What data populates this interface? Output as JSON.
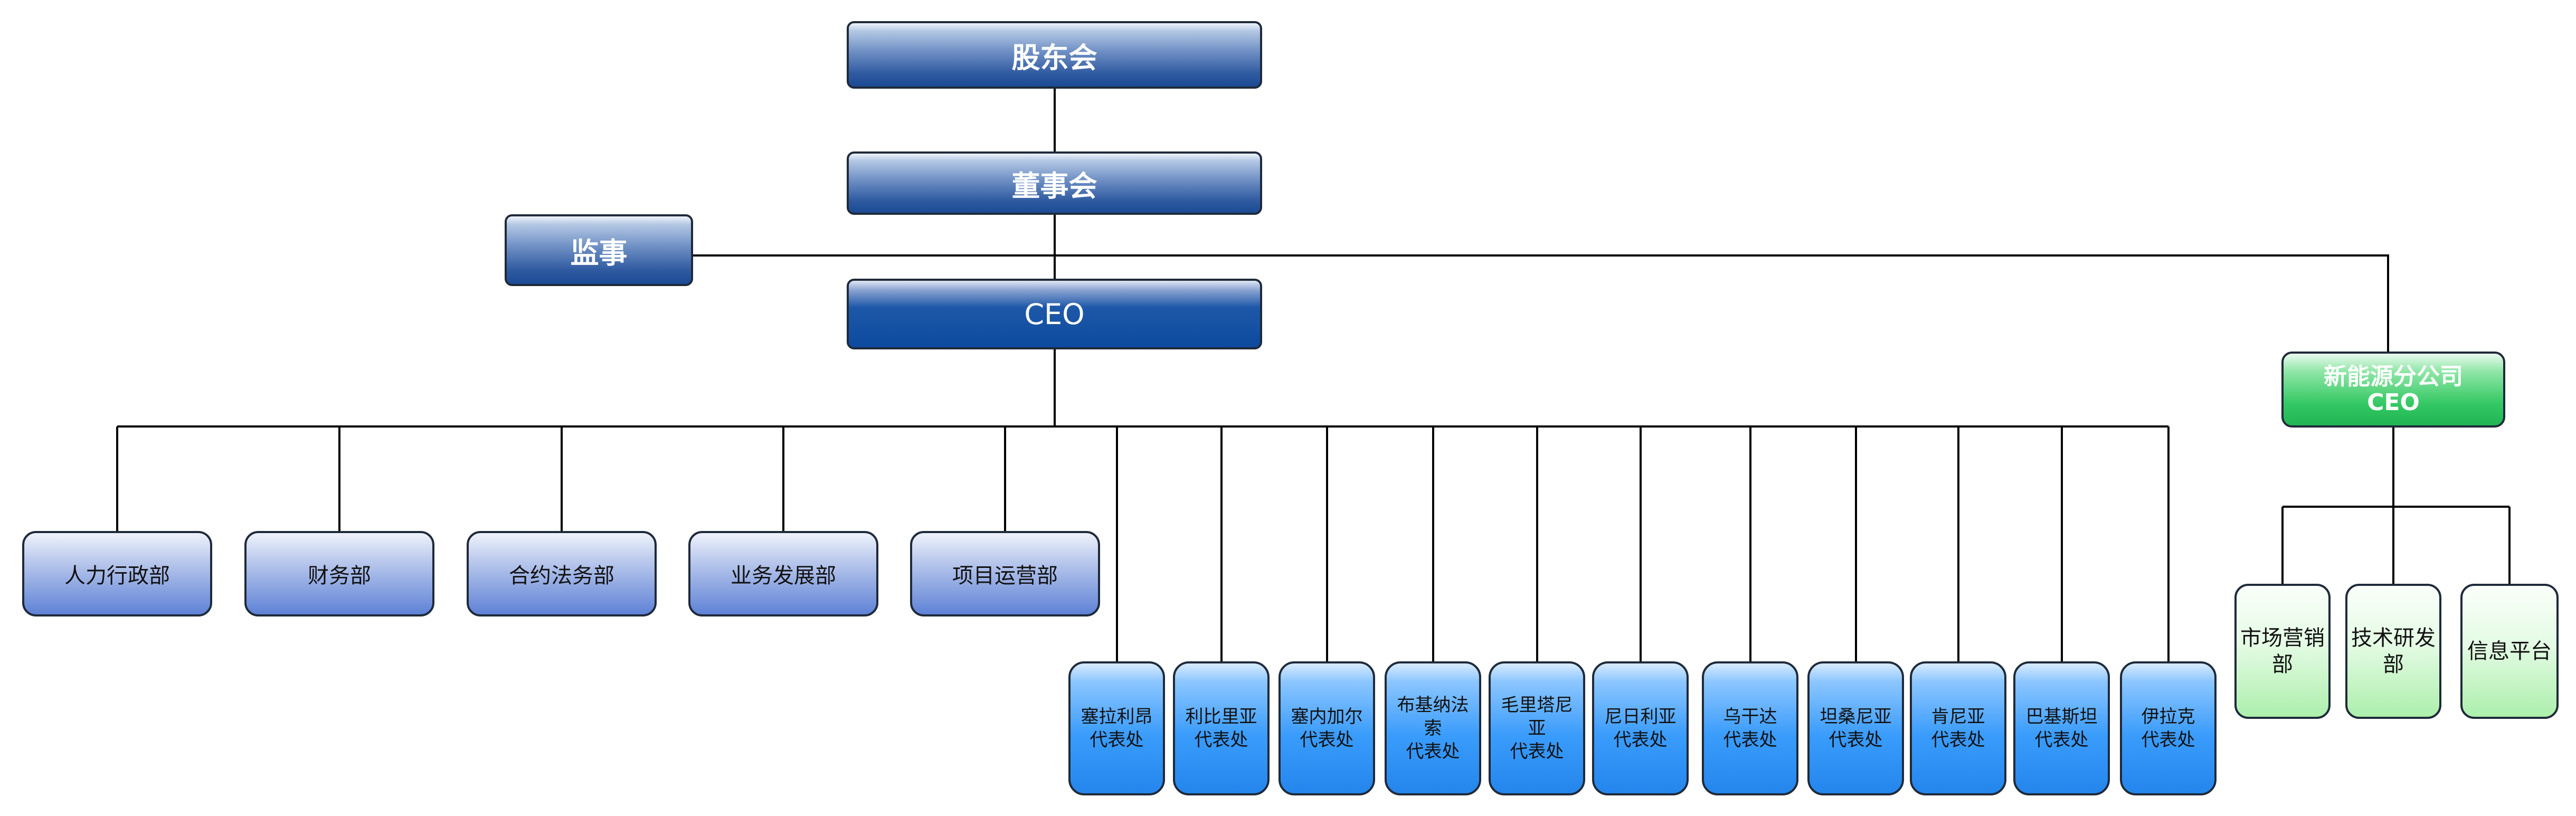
{
  "top": {
    "shareholders": "股东会",
    "board": "董事会",
    "supervisor": "监事",
    "ceo": "CEO"
  },
  "departments": [
    "人力行政部",
    "财务部",
    "合约法务部",
    "业务发展部",
    "项目运营部"
  ],
  "offices": [
    "塞拉利昂\n代表处",
    "利比里亚\n代表处",
    "塞内加尔\n代表处",
    "布基纳法\n索\n代表处",
    "毛里塔尼\n亚\n代表处",
    "尼日利亚\n代表处",
    "乌干达\n代表处",
    "坦桑尼亚\n代表处",
    "肯尼亚\n代表处",
    "巴基斯坦\n代表处",
    "伊拉克\n代表处"
  ],
  "subsidiary": {
    "ceo": "新能源分公司\nCEO",
    "departments": [
      "市场营销\n部",
      "技术研发\n部",
      "信息平台"
    ]
  },
  "colors": {
    "top_blue": "#1b4b94",
    "ceo_blue": "#0c4a9e",
    "department_blue": "#5e82d6",
    "office_blue": "#2486ec",
    "subsidiary_green": "#20b553",
    "light_green": "#acefac",
    "line": "#000000"
  }
}
